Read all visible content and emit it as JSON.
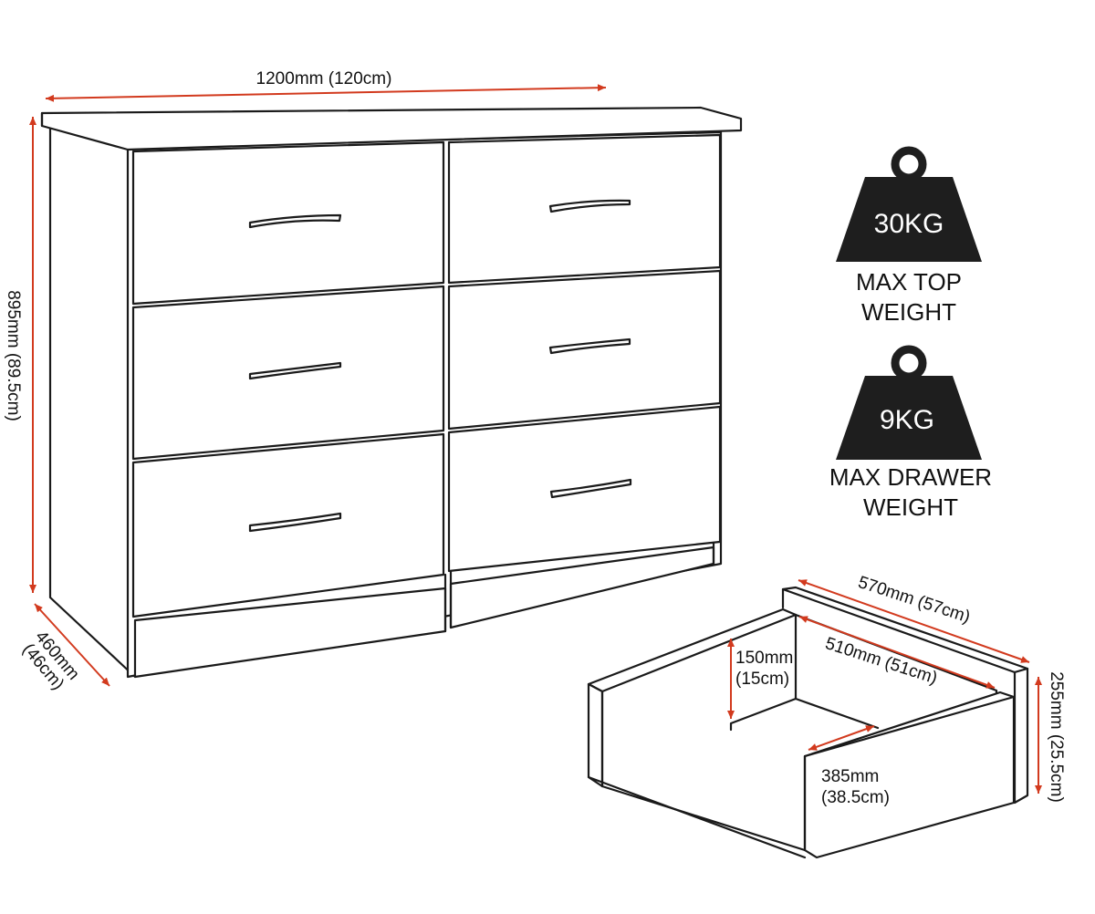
{
  "colors": {
    "dimension_line": "#d23a1e",
    "outline": "#1a1a1a",
    "weight_fill": "#1e1e1e",
    "background": "#ffffff"
  },
  "dimensions": {
    "width": "1200mm (120cm)",
    "height": "895mm (89.5cm)",
    "depth_mm": "460mm",
    "depth_cm": "(46cm)",
    "drawer_length": "570mm (57cm)",
    "drawer_inner_length": "510mm (51cm)",
    "drawer_inner_depth_mm": "150mm",
    "drawer_inner_depth_cm": "(15cm)",
    "drawer_height": "255mm (25.5cm)",
    "drawer_inner_width_mm": "385mm",
    "drawer_inner_width_cm": "(38.5cm)"
  },
  "weights": [
    {
      "value": "30KG",
      "label_line1": "MAX TOP",
      "label_line2": "WEIGHT",
      "icon": "weight-icon"
    },
    {
      "value": "9KG",
      "label_line1": "MAX DRAWER",
      "label_line2": "WEIGHT",
      "icon": "weight-icon"
    }
  ]
}
